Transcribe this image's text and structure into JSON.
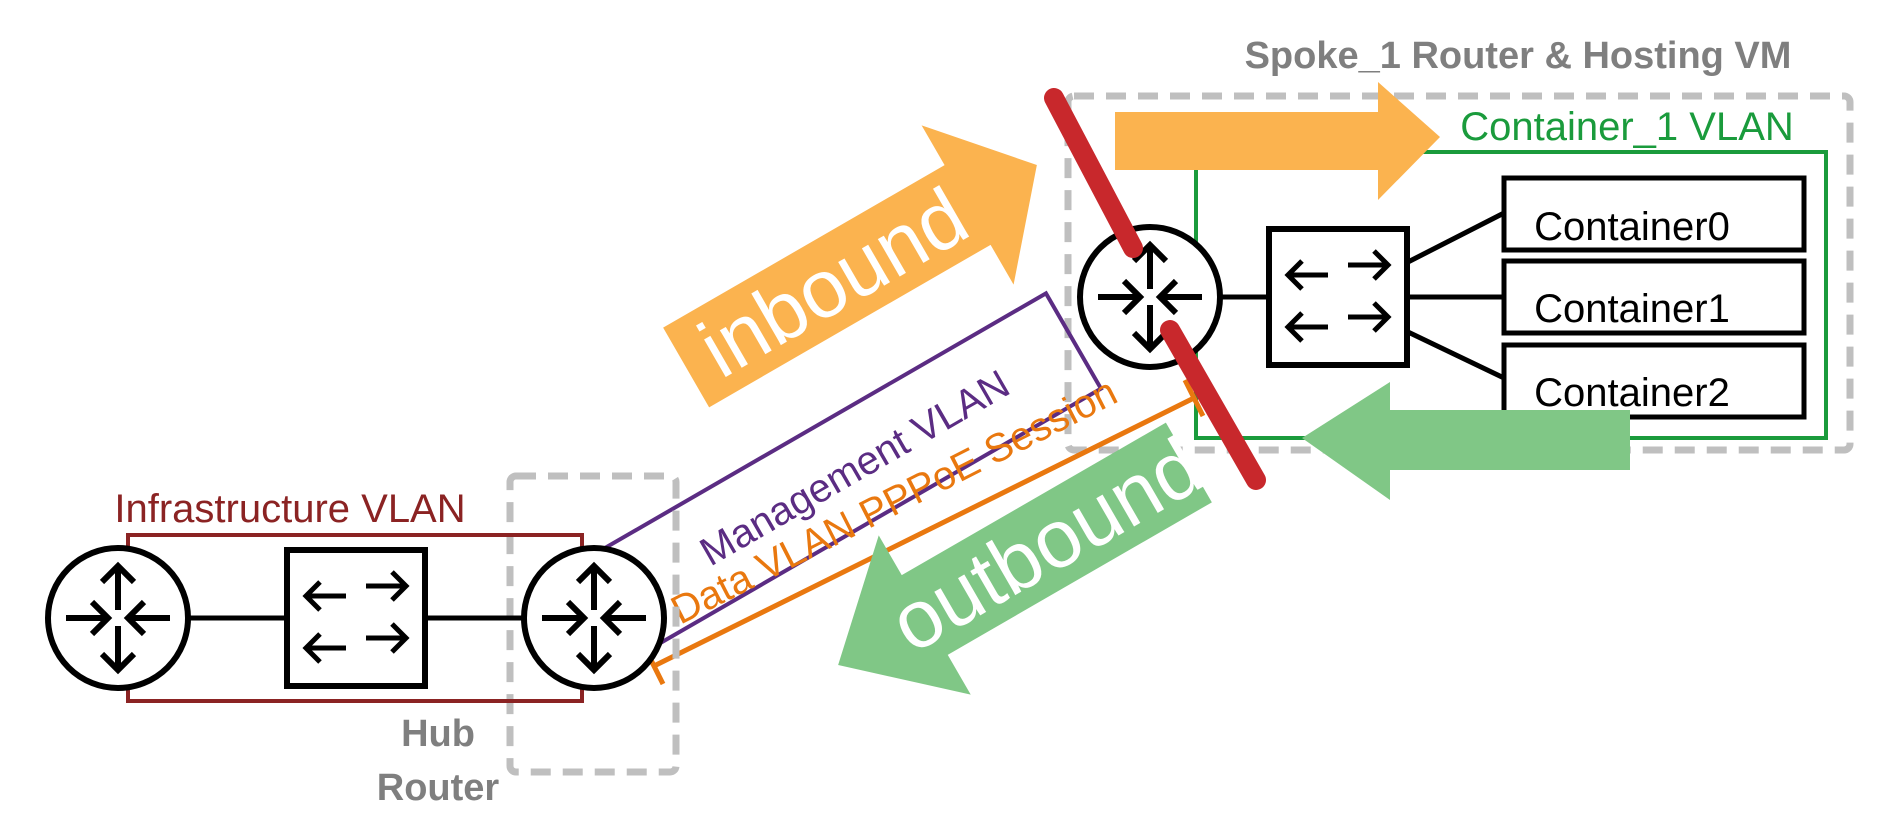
{
  "labels": {
    "spoke_title": "Spoke_1 Router & Hosting VM",
    "container_vlan": "Container_1 VLAN",
    "container0": "Container0",
    "container1": "Container1",
    "container2": "Container2",
    "inbound": "inbound",
    "outbound": "outbound",
    "management_vlan": "Management VLAN",
    "data_vlan": "Data VLAN PPPoE Session",
    "infrastructure_vlan": "Infrastructure VLAN",
    "hub_line1": "Hub",
    "hub_line2": "Router"
  },
  "colors": {
    "gray": "#7f7f7f",
    "dashed_gray": "#bfbfbf",
    "green": "#1a9b3c",
    "orange_arrow": "#fbb34f",
    "green_arrow": "#80c786",
    "red_bar": "#c8282c",
    "purple": "#5b2c83",
    "orange": "#e9780f",
    "maroon": "#8b2323",
    "black": "#000000"
  },
  "icons": {
    "router": "router-icon",
    "switch": "switch-icon"
  }
}
